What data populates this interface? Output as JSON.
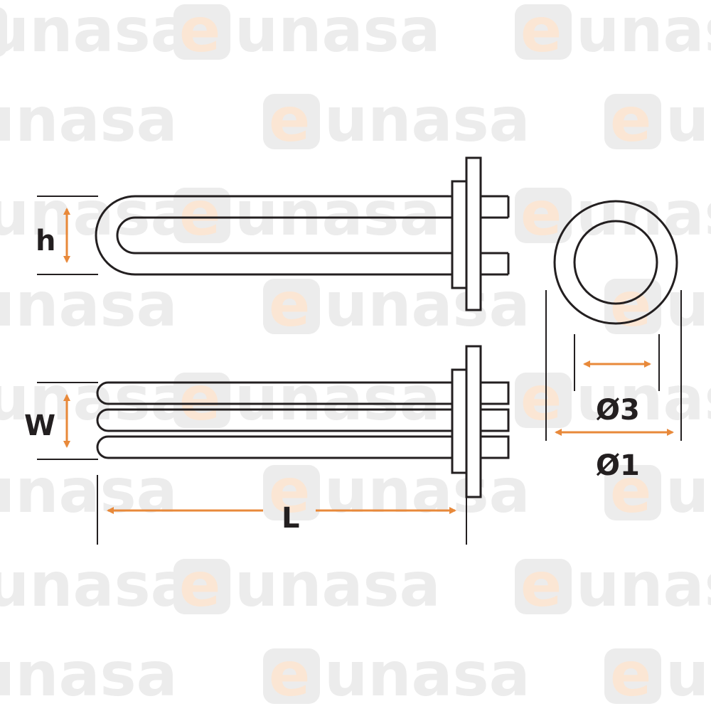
{
  "watermark": {
    "text": "eunasa",
    "prefix": "e",
    "suffix": "unasa",
    "text_color": "#ececec",
    "e_color": "#fbe6d4"
  },
  "labels": {
    "h": "h",
    "w": "W",
    "l": "L",
    "d3": "Ø3",
    "d1": "Ø1"
  },
  "colors": {
    "line": "#231f20",
    "arrow": "#e8893a"
  }
}
